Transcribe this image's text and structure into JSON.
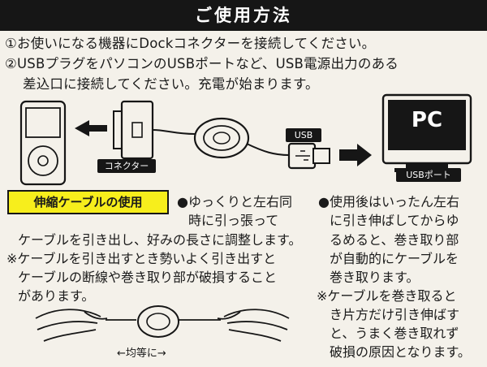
{
  "header": {
    "title": "ご使用方法"
  },
  "steps": [
    "①お使いになる機器にDockコネクターを接続してください。",
    "②USBプラグをパソコンのUSBポートなど、USB電源出力のある",
    "差込口に接続してください。充電が始まります。"
  ],
  "diagram": {
    "connector_label": "コネクター",
    "usb_label": "USB",
    "pc_label": "PC",
    "usb_port_label": "USBポート"
  },
  "section": {
    "title": "伸縮ケーブルの使用"
  },
  "left_text": {
    "line1": "●ゆっくりと左右同",
    "line2": "時に引っ張って",
    "line3": "ケーブルを引き出し、好みの長さに調整します。",
    "line4": "※ケーブルを引き出すとき勢いよく引き出すと",
    "line5": "ケーブルの断線や巻き取り部が破損すること",
    "line6": "があります。"
  },
  "hands_caption": "←均等に→",
  "right_text": [
    "●使用後はいったん左右",
    "に引き伸ばしてからゆ",
    "るめると、巻き取り部",
    "が自動的にケーブルを",
    "巻き取ります。",
    "※ケーブルを巻き取ると",
    "き片方だけ引き伸ばす",
    "と、うまく巻き取れず",
    "破損の原因となります。"
  ]
}
